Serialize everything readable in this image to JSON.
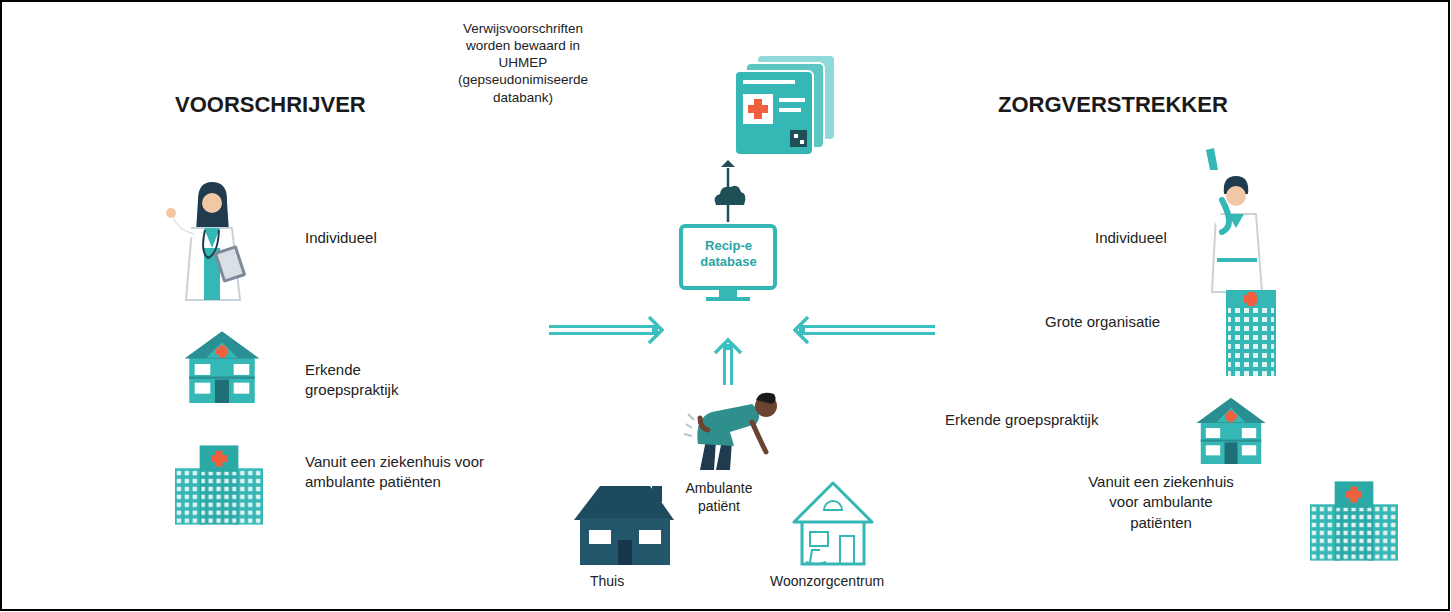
{
  "diagram": {
    "nodes": [
      {
        "text": [
          "VOORSCHRIJVER"
        ]
      },
      {
        "text": [
          "Individueel"
        ],
        "in": 0
      },
      {
        "text": [
          "Erkende groepspraktijk"
        ],
        "in": 0
      },
      {
        "text": [
          "Vanuit een ziekenhuis voor ambulante patiënten"
        ],
        "in": 0
      },
      {
        "text": [
          "Verwijsvoorschriften worden bewaard in UHMEP (gepseudonimiseerde databank)"
        ]
      },
      {
        "text": [
          "Recip-e database"
        ]
      },
      {
        "text": [
          "Ambulante patiënt"
        ]
      },
      {
        "text": [
          "Thuis"
        ]
      },
      {
        "text": [
          "Woonzorgcentrum"
        ]
      },
      {
        "text": [
          "ZORGVERSTREKKER"
        ]
      },
      {
        "text": [
          "Individueel"
        ],
        "in": 9
      },
      {
        "text": [
          "Grote organisatie"
        ],
        "in": 9
      },
      {
        "text": [
          "Erkende groepspraktijk"
        ],
        "in": 9
      },
      {
        "text": [
          "Vanuit een ziekenhuis voor ambulante patiënten"
        ],
        "in": 9
      }
    ],
    "edges": [
      {
        "from": 0,
        "to": 5,
        "arrow": "to"
      },
      {
        "from": 9,
        "to": 5,
        "arrow": "to"
      },
      {
        "from": 6,
        "to": 5,
        "arrow": "to"
      },
      {
        "from": 5,
        "to": 4,
        "arrow": "to"
      }
    ]
  }
}
